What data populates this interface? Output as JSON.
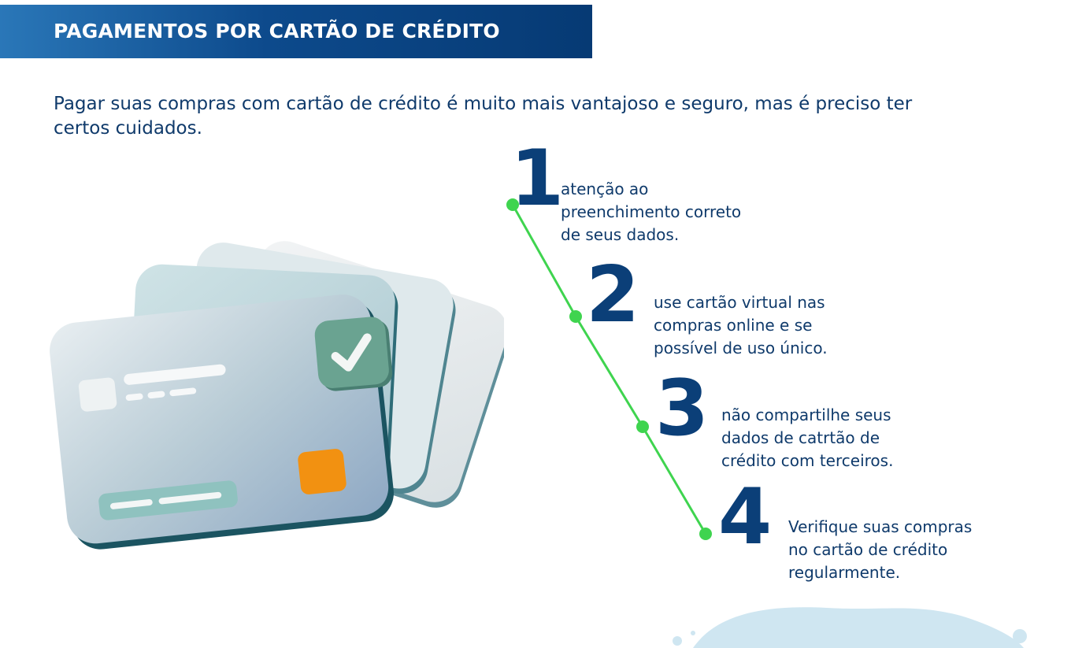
{
  "header": {
    "title": "PAGAMENTOS POR CARTÃO DE CRÉDITO"
  },
  "intro": {
    "text": "Pagar suas compras com cartão de crédito é muito mais vantajoso e seguro, mas é preciso ter certos cuidados."
  },
  "steps": [
    {
      "number": "1",
      "text": "atenção ao\npreenchimento correto\nde seus dados."
    },
    {
      "number": "2",
      "text": "use cartão virtual nas\ncompras online e se\npossível de uso único."
    },
    {
      "number": "3",
      "text": "não compartilhe seus\ndados de catrtão de\ncrédito com terceiros."
    },
    {
      "number": "4",
      "text": "Verifique suas compras\nno cartão de crédito\nregularmente."
    }
  ],
  "colors": {
    "brand_blue": "#0b3f78",
    "timeline_green": "#3fd44f",
    "chip_orange": "#f29111",
    "check_badge": "#5e9e8c"
  },
  "icons": {
    "card_check": "check-icon",
    "illustration": "credit-cards-illustration"
  }
}
